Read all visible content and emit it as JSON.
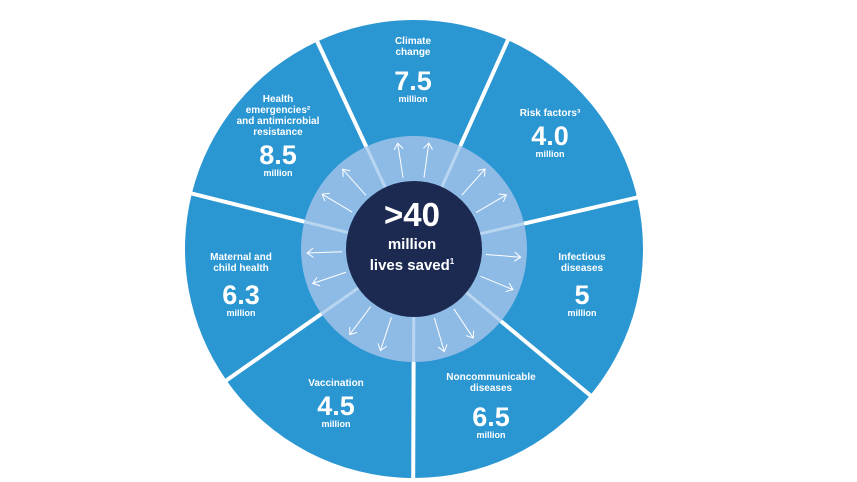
{
  "center": {
    "headline": ">40",
    "line1": "million",
    "line2": "lives saved",
    "footnote": "1"
  },
  "segments": [
    {
      "id": "climate-change",
      "label": [
        "Climate",
        "change"
      ],
      "value": "7.5",
      "unit": "million"
    },
    {
      "id": "risk-factors",
      "label": [
        "Risk factors³"
      ],
      "value": "4.0",
      "unit": "million"
    },
    {
      "id": "infectious-diseases",
      "label": [
        "Infectious",
        "diseases"
      ],
      "value": "5",
      "unit": "million"
    },
    {
      "id": "noncommunicable-diseases",
      "label": [
        "Noncommunicable",
        "diseases"
      ],
      "value": "6.5",
      "unit": "million"
    },
    {
      "id": "vaccination",
      "label": [
        "Vaccination"
      ],
      "value": "4.5",
      "unit": "million"
    },
    {
      "id": "maternal-child-health",
      "label": [
        "Maternal and",
        "child health"
      ],
      "value": "6.3",
      "unit": "million"
    },
    {
      "id": "health-emergencies",
      "label": [
        "Health",
        "emergencies²",
        "and antimicrobial",
        "resistance"
      ],
      "value": "8.5",
      "unit": "million"
    }
  ],
  "colors": {
    "segment": "#2a96d2",
    "divider": "#ffffff",
    "inner_ring": "#8ebbe6",
    "hub": "#1c2a52",
    "arrow": "#ffffff"
  }
}
